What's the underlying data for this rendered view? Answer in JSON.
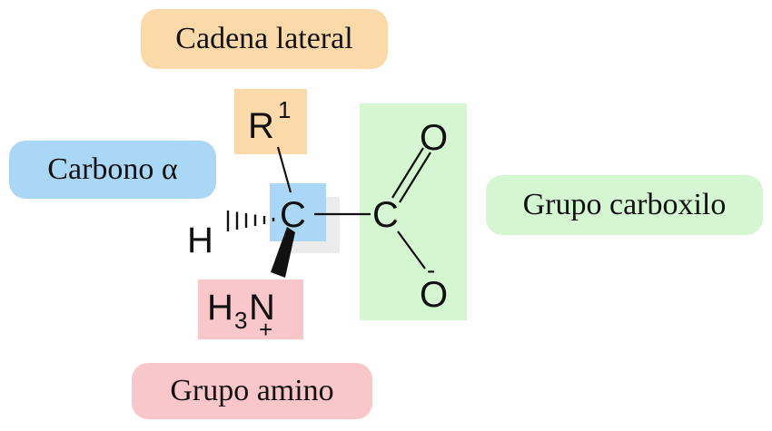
{
  "labels": {
    "side_chain": "Cadena lateral",
    "alpha_carbon": "Carbono α",
    "carboxyl_group": "Grupo carboxilo",
    "amino_group": "Grupo amino"
  },
  "atoms": {
    "r_group": "R",
    "r_superscript": "1",
    "alpha_c": "C",
    "hydrogen": "H",
    "amine_h": "H",
    "amine_sub": "3",
    "amine_n": "N",
    "amine_charge": "+",
    "carboxyl_c": "C",
    "oxygen_double": "O",
    "oxygen_single": "O",
    "oxygen_charge": "-"
  },
  "colors": {
    "side_chain": "#fbd9a8",
    "alpha_carbon": "#aad7f5",
    "carboxyl_group": "#d4f6d1",
    "amino_group": "#f9c6c9",
    "shadow": "#ececec",
    "bond": "#111111"
  }
}
